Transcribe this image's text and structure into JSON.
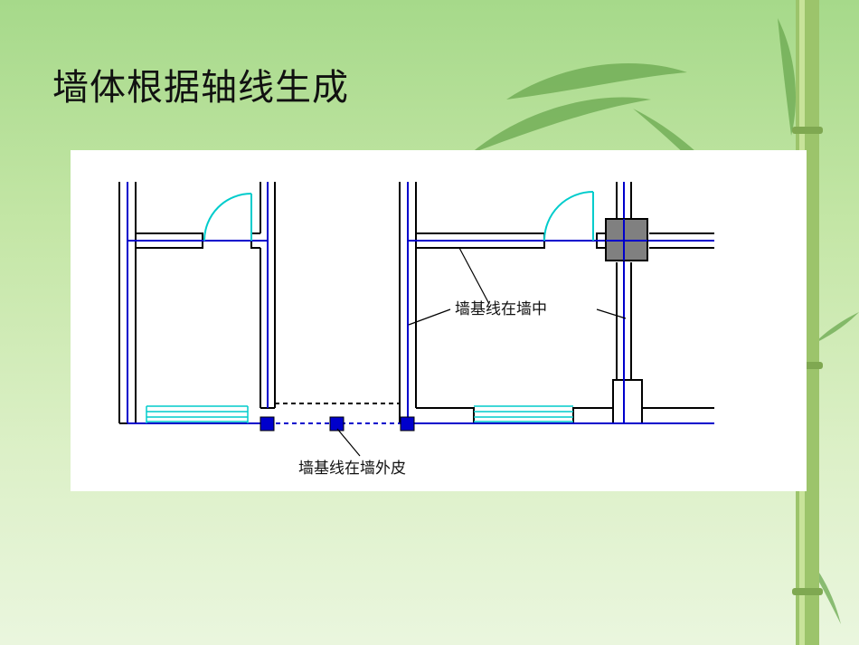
{
  "title": "墙体根据轴线生成",
  "diagram": {
    "label_center": "墙基线在墙中",
    "label_outer": "墙基线在墙外皮"
  },
  "colors": {
    "axis_line": "#0000cc",
    "wall_line": "#000000",
    "door_arc": "#00cccc",
    "window": "#00cccc",
    "column": "#808080",
    "node": "#0000cc"
  }
}
